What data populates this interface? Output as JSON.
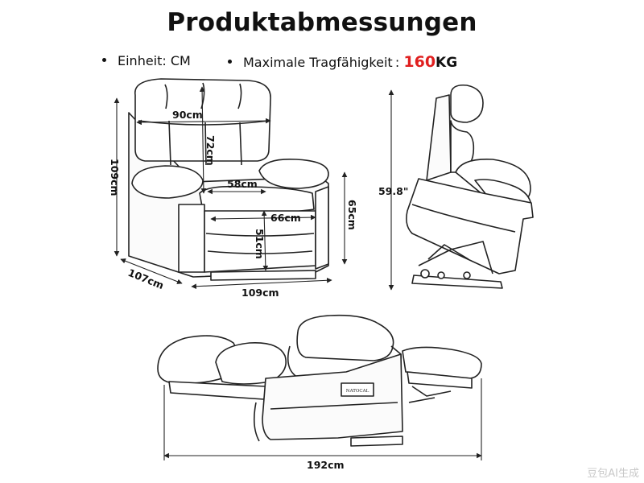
{
  "title": "Produktabmessungen",
  "specs": {
    "unit_label": "Einheit: CM",
    "capacity_label": "Maximale Tragfähigkeit :",
    "capacity_value": "160",
    "capacity_unit": "KG"
  },
  "dimensions": {
    "backrest_width": "90cm",
    "backrest_height": "72cm",
    "seat_width": "58cm",
    "seat_depth": "66cm",
    "seat_height": "51cm",
    "arm_height": "65cm",
    "overall_height": "109cm",
    "overall_depth": "107cm",
    "overall_width": "109cm",
    "lift_height": "59.8\"",
    "reclined_length": "192cm"
  },
  "brand_tag": "NATOCAL",
  "watermark": "豆包AI生成",
  "colors": {
    "accent": "#e01f1f",
    "line": "#222222"
  }
}
